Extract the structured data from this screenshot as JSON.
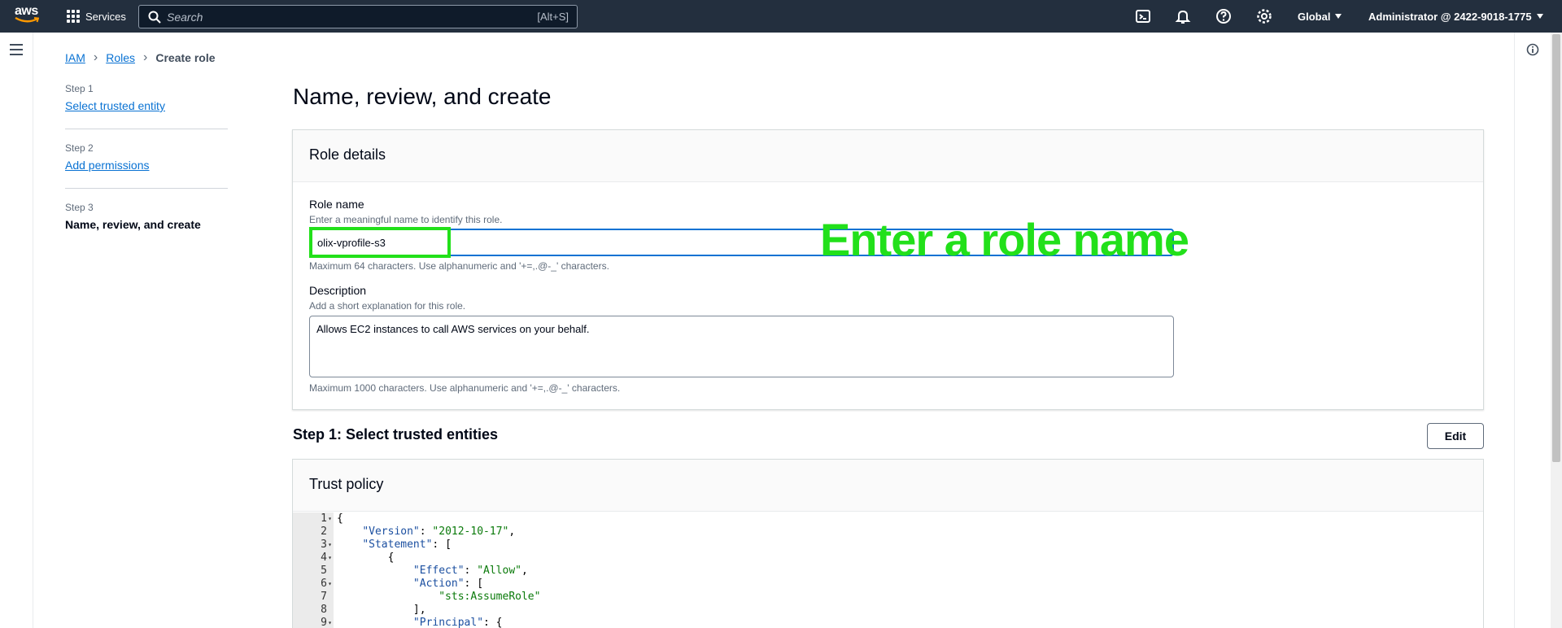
{
  "topnav": {
    "logo_text": "aws",
    "services_label": "Services",
    "search_placeholder": "Search",
    "search_shortcut": "[Alt+S]",
    "region_label": "Global",
    "account_label": "Administrator @ 2422-9018-1775"
  },
  "breadcrumb": {
    "items": [
      "IAM",
      "Roles"
    ],
    "current": "Create role"
  },
  "steps": [
    {
      "number": "Step 1",
      "label": "Select trusted entity"
    },
    {
      "number": "Step 2",
      "label": "Add permissions"
    },
    {
      "number": "Step 3",
      "label": "Name, review, and create"
    }
  ],
  "page": {
    "title": "Name, review, and create"
  },
  "role_details": {
    "header": "Role details",
    "name_label": "Role name",
    "name_desc": "Enter a meaningful name to identify this role.",
    "name_value": "olix-vprofile-s3",
    "name_hint": "Maximum 64 characters. Use alphanumeric and '+=,.@-_' characters.",
    "description_label": "Description",
    "description_desc": "Add a short explanation for this role.",
    "description_value": "Allows EC2 instances to call AWS services on your behalf.",
    "description_hint": "Maximum 1000 characters. Use alphanumeric and '+=,.@-_' characters."
  },
  "annotation": {
    "callout_text": "Enter a role name",
    "color": "#22e01a"
  },
  "step1_section": {
    "title": "Step 1: Select trusted entities",
    "edit_label": "Edit",
    "trust_policy_header": "Trust policy",
    "code_lines": [
      {
        "n": "1",
        "fold": true,
        "text": "{"
      },
      {
        "n": "2",
        "fold": false,
        "text": "    \"Version\": \"2012-10-17\","
      },
      {
        "n": "3",
        "fold": true,
        "text": "    \"Statement\": ["
      },
      {
        "n": "4",
        "fold": true,
        "text": "        {"
      },
      {
        "n": "5",
        "fold": false,
        "text": "            \"Effect\": \"Allow\","
      },
      {
        "n": "6",
        "fold": true,
        "text": "            \"Action\": ["
      },
      {
        "n": "7",
        "fold": false,
        "text": "                \"sts:AssumeRole\""
      },
      {
        "n": "8",
        "fold": false,
        "text": "            ],"
      },
      {
        "n": "9",
        "fold": true,
        "text": "            \"Principal\": {"
      }
    ]
  },
  "colors": {
    "nav_bg": "#232f3e",
    "link": "#0972d3",
    "focus_border": "#0972d3"
  }
}
